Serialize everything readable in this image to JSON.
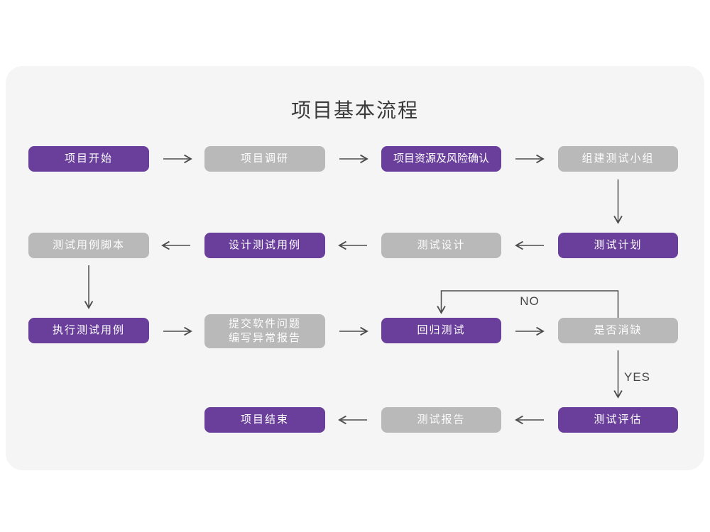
{
  "title": "项目基本流程",
  "colors": {
    "page_bg": "#ffffff",
    "card_bg": "#f5f5f6",
    "active": "#6a3f9c",
    "inactive": "#b9b9b9",
    "node_text": "#fdfdfd",
    "arrow_color": "#4d4d4d",
    "title_color": "#3a3a3a",
    "label_color": "#454545"
  },
  "edge_labels": {
    "no": "NO",
    "yes": "YES"
  },
  "nodes": {
    "project_start": {
      "label": "项目开始",
      "state": "active"
    },
    "project_research": {
      "label": "项目调研",
      "state": "inactive"
    },
    "project_resources_risk": {
      "label": "项目资源及风险确认",
      "state": "active"
    },
    "build_test_team": {
      "label": "组建测试小组",
      "state": "inactive"
    },
    "test_case_script": {
      "label": "测试用例脚本",
      "state": "inactive"
    },
    "design_test_cases": {
      "label": "设计测试用例",
      "state": "active"
    },
    "test_design": {
      "label": "测试设计",
      "state": "inactive"
    },
    "test_plan": {
      "label": "测试计划",
      "state": "active"
    },
    "execute_test_cases": {
      "label": "执行测试用例",
      "state": "active"
    },
    "submit_issue_report": {
      "line1": "提交软件问题",
      "line2": "编写异常报告",
      "state": "inactive"
    },
    "regression_test": {
      "label": "回归测试",
      "state": "active"
    },
    "defect_resolved": {
      "label": "是否消缺",
      "state": "inactive"
    },
    "project_end": {
      "label": "项目结束",
      "state": "active"
    },
    "test_report": {
      "label": "测试报告",
      "state": "inactive"
    },
    "test_evaluation": {
      "label": "测试评估",
      "state": "active"
    }
  }
}
